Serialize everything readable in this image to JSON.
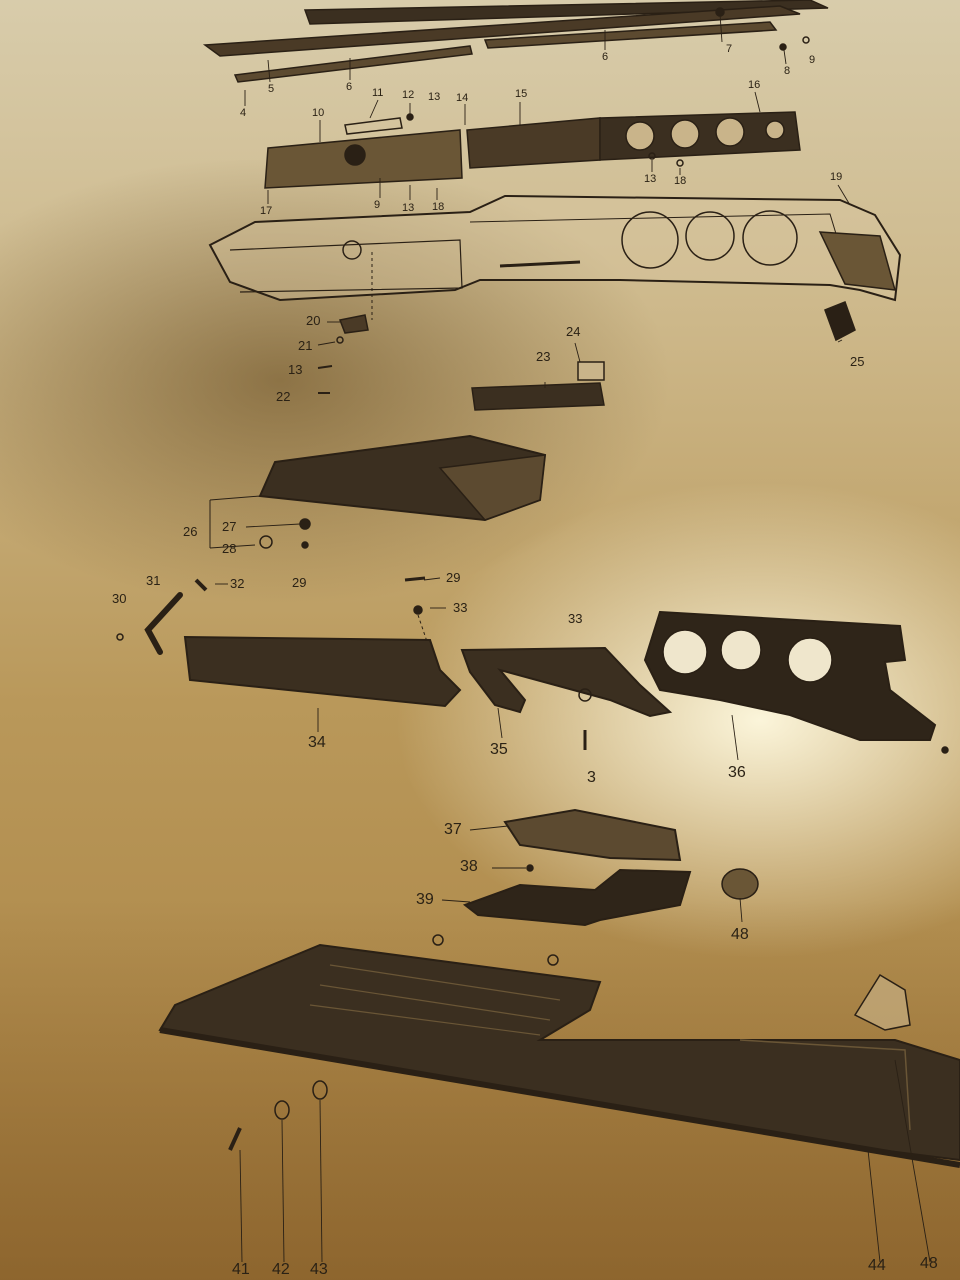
{
  "diagram": {
    "part_numbers": {
      "p3": "3",
      "p4": "4",
      "p5": "5",
      "p6a": "6",
      "p6b": "6",
      "p7": "7",
      "p8": "8",
      "p9a": "9",
      "p9b": "9",
      "p10": "10",
      "p11": "11",
      "p12": "12",
      "p13a": "13",
      "p13b": "13",
      "p13c": "13",
      "p13d": "13",
      "p14": "14",
      "p15": "15",
      "p16": "16",
      "p17": "17",
      "p18a": "18",
      "p18b": "18",
      "p19": "19",
      "p20": "20",
      "p21": "21",
      "p22": "22",
      "p23": "23",
      "p24": "24",
      "p25": "25",
      "p26": "26",
      "p27": "27",
      "p28": "28",
      "p29a": "29",
      "p29b": "29",
      "p30": "30",
      "p31": "31",
      "p32": "32",
      "p33a": "33",
      "p33b": "33",
      "p34": "34",
      "p35": "35",
      "p36": "36",
      "p37": "37",
      "p38": "38",
      "p39": "39",
      "p41": "41",
      "p42": "42",
      "p43": "43",
      "p44": "44",
      "p48a": "48",
      "p48b": "48"
    }
  }
}
